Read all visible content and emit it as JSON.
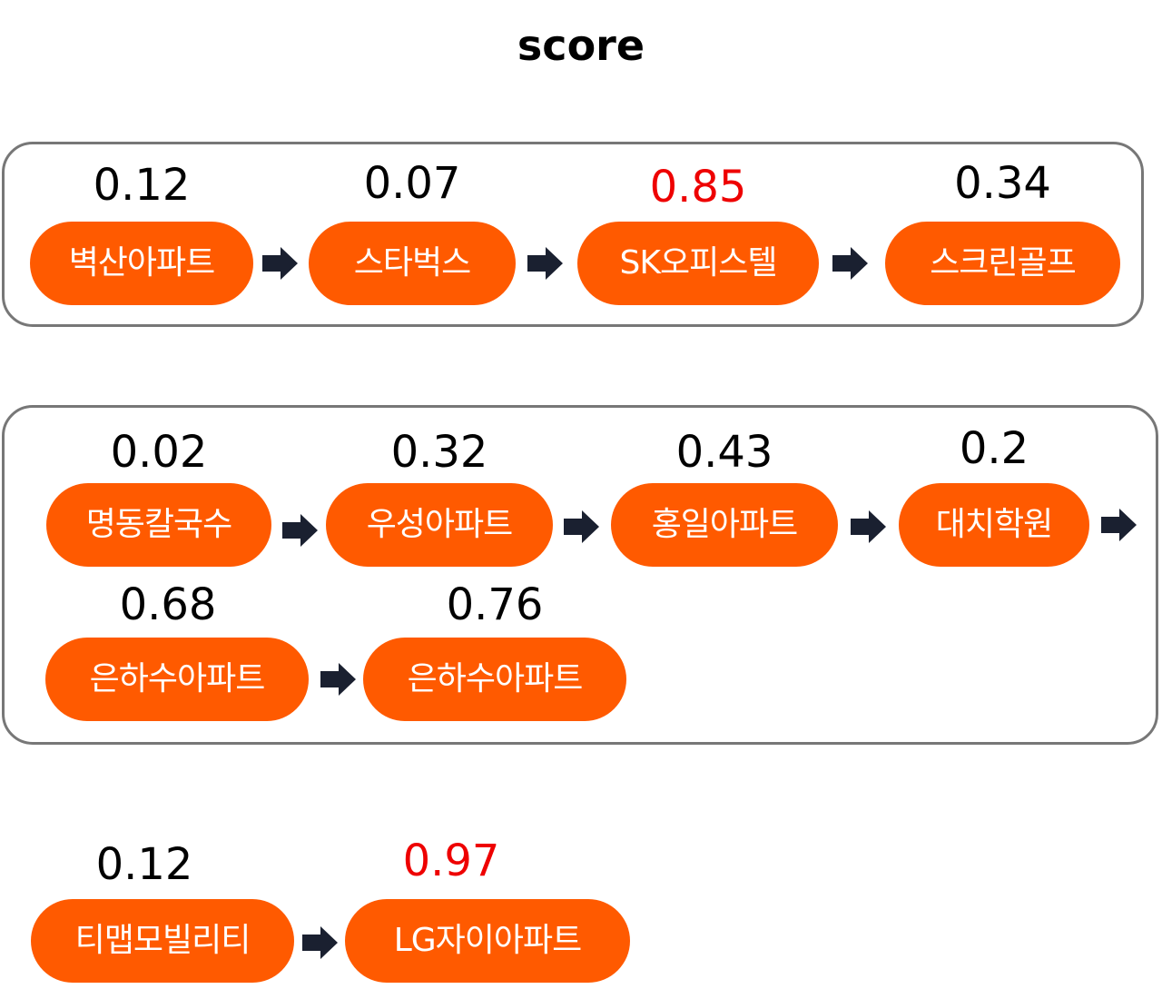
{
  "title": "score",
  "colors": {
    "pill": "#ff5a00",
    "highlight": "#ee0000",
    "box_border": "#777777"
  },
  "groups": [
    {
      "nodes": [
        {
          "score": "0.12",
          "label": "벽산아파트",
          "highlight": false
        },
        {
          "score": "0.07",
          "label": "스타벅스",
          "highlight": false
        },
        {
          "score": "0.85",
          "label": "SK오피스텔",
          "highlight": true
        },
        {
          "score": "0.34",
          "label": "스크린골프",
          "highlight": false
        }
      ]
    },
    {
      "nodes": [
        {
          "score": "0.02",
          "label": "명동칼국수",
          "highlight": false
        },
        {
          "score": "0.32",
          "label": "우성아파트",
          "highlight": false
        },
        {
          "score": "0.43",
          "label": "홍일아파트",
          "highlight": false
        },
        {
          "score": "0.2",
          "label": "대치학원",
          "highlight": false
        },
        {
          "score": "0.68",
          "label": "은하수아파트",
          "highlight": false
        },
        {
          "score": "0.76",
          "label": "은하수아파트",
          "highlight": false
        }
      ]
    },
    {
      "nodes": [
        {
          "score": "0.12",
          "label": "티맵모빌리티",
          "highlight": false
        },
        {
          "score": "0.97",
          "label": "LG자이아파트",
          "highlight": true
        }
      ]
    }
  ]
}
